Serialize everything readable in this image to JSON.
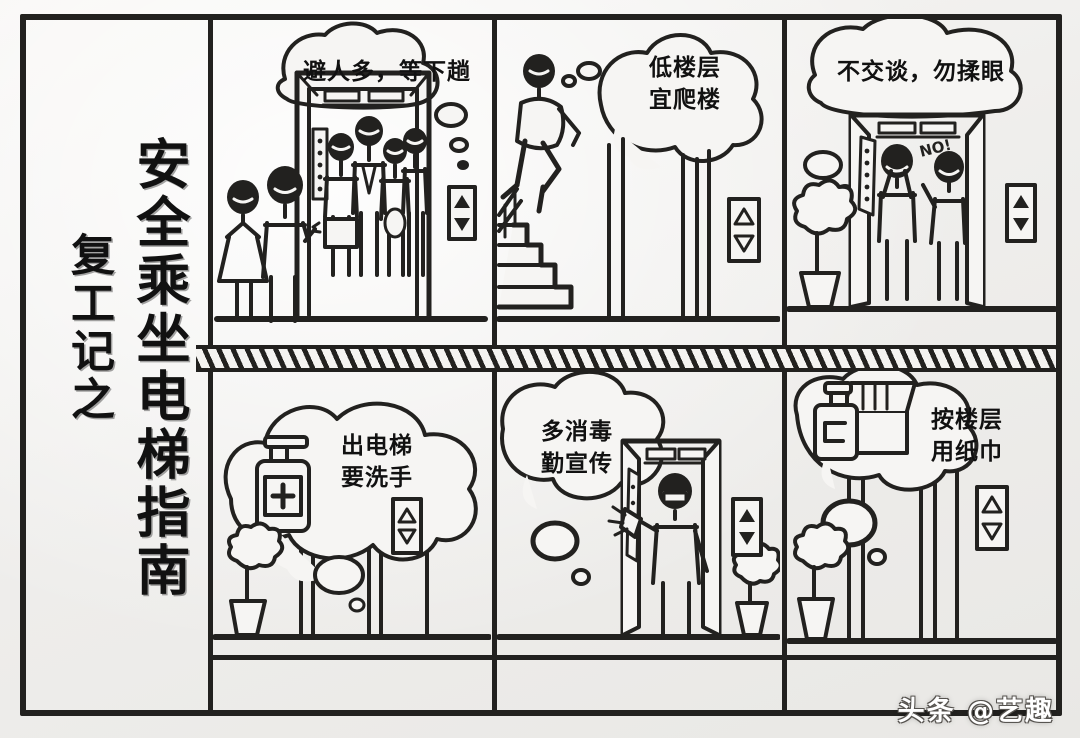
{
  "poster": {
    "background_color": "#f2f1ef",
    "ink_color": "#22211f",
    "title_main": "安全乘坐电梯指南",
    "title_sub": "复工记之",
    "watermark": "头条 @艺趣"
  },
  "panels": [
    {
      "id": "panel-1",
      "position": "row1-col1",
      "bubble_text": "避人多，等下趟",
      "scene": "crowded-elevator-waiting",
      "elements": [
        "waiting-people",
        "elevator-car",
        "crowded-passengers",
        "call-buttons",
        "thought-bubble"
      ]
    },
    {
      "id": "panel-2",
      "position": "row1-col2",
      "bubble_text": "低楼层\n宜爬楼",
      "scene": "person-climbing-stairs",
      "elements": [
        "stairs",
        "climber",
        "handrail",
        "elevator-call-panel",
        "thought-cloud"
      ]
    },
    {
      "id": "panel-3",
      "position": "row1-col3",
      "bubble_text": "不交谈，勿揉眼",
      "scene": "no-talking-no-eye-rubbing",
      "elements": [
        "elevator-door",
        "person-rubbing-eyes",
        "person-refusing",
        "potted-plant",
        "floor-sign",
        "call-buttons"
      ],
      "annotation": "NO!"
    },
    {
      "id": "panel-4",
      "position": "row2-col1",
      "bubble_text": "出电梯\n要洗手",
      "scene": "wash-hands-after-elevator",
      "elements": [
        "sanitizer-bottle",
        "cross-symbol",
        "thought-cloud",
        "potted-plant",
        "elevator-door",
        "call-buttons"
      ]
    },
    {
      "id": "panel-5",
      "position": "row2-col2",
      "bubble_text": "多消毒\n勤宣传",
      "scene": "disinfecting-elevator",
      "elements": [
        "worker-spraying",
        "spray-bottle",
        "elevator-car",
        "floor-sign",
        "potted-plant",
        "call-buttons",
        "thought-cloud"
      ]
    },
    {
      "id": "panel-6",
      "position": "row2-col3",
      "bubble_text": "按楼层\n用纸巾",
      "scene": "use-tissue-to-press-buttons",
      "elements": [
        "tissue-box",
        "sanitizer-dispenser",
        "thought-cloud",
        "potted-plant",
        "elevator-door",
        "call-buttons"
      ]
    }
  ]
}
